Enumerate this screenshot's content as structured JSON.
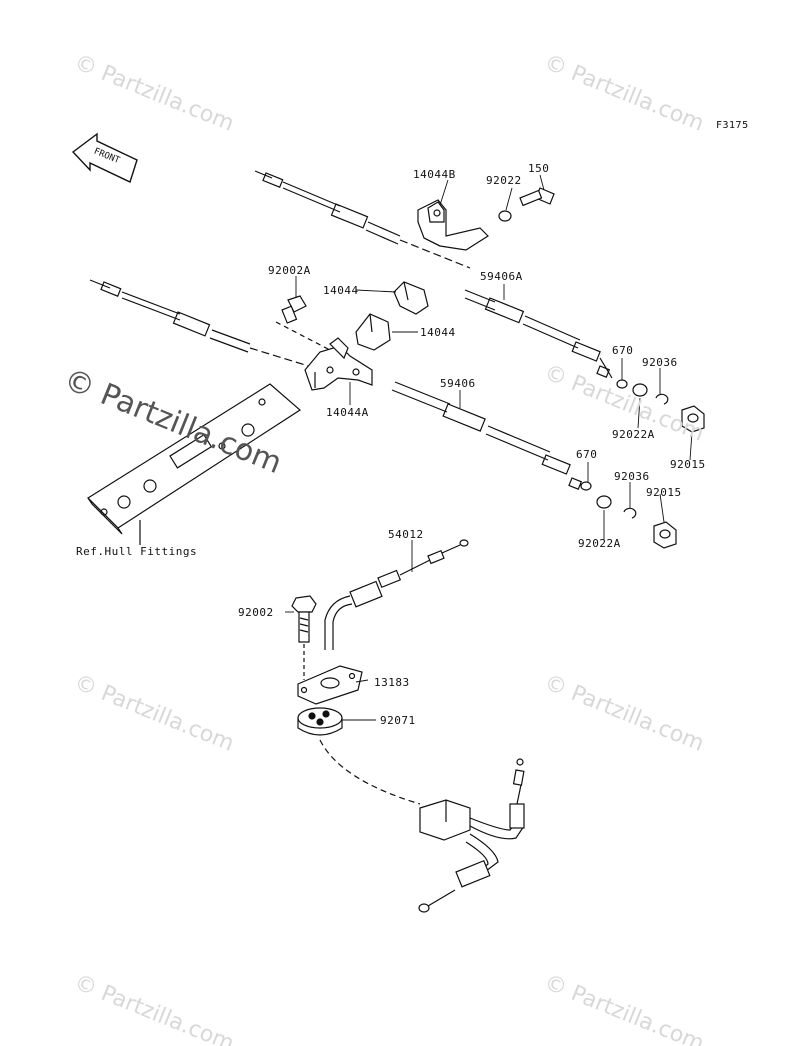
{
  "figure_code": "F3175",
  "front_arrow": "FRONT",
  "watermark": "© Partzilla.com",
  "parts": {
    "p14044B": "14044B",
    "p92022": "92022",
    "p150": "150",
    "p92002A": "92002A",
    "p14044_upper": "14044",
    "p14044_lower": "14044",
    "p59406A": "59406A",
    "p670_upper": "670",
    "p92036_upper": "92036",
    "p92022A_upper": "92022A",
    "p92015_upper": "92015",
    "p14044A": "14044A",
    "p59406": "59406",
    "p670_lower": "670",
    "p92036_lower": "92036",
    "p92015_lower": "92015",
    "p92022A_lower": "92022A",
    "ref_hull": "Ref.Hull Fittings",
    "p54012": "54012",
    "p92002": "92002",
    "p13183": "13183",
    "p92071": "92071"
  }
}
